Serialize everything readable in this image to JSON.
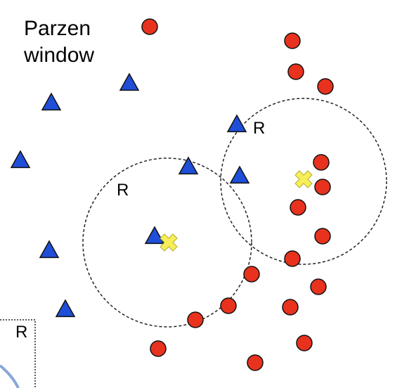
{
  "title": {
    "line1": "Parzen",
    "line2": "window"
  },
  "labels": {
    "radius_left": "R",
    "radius_right": "R",
    "corner_box": "R"
  },
  "colors": {
    "class_a": "#1f4fd8",
    "class_b": "#e8321e",
    "query": "#f6ef5a",
    "outline": "#111111",
    "window": "#222222"
  },
  "icons": {
    "class_a_marker": "triangle-icon",
    "class_b_marker": "circle-icon",
    "query_marker": "cross-icon"
  }
}
